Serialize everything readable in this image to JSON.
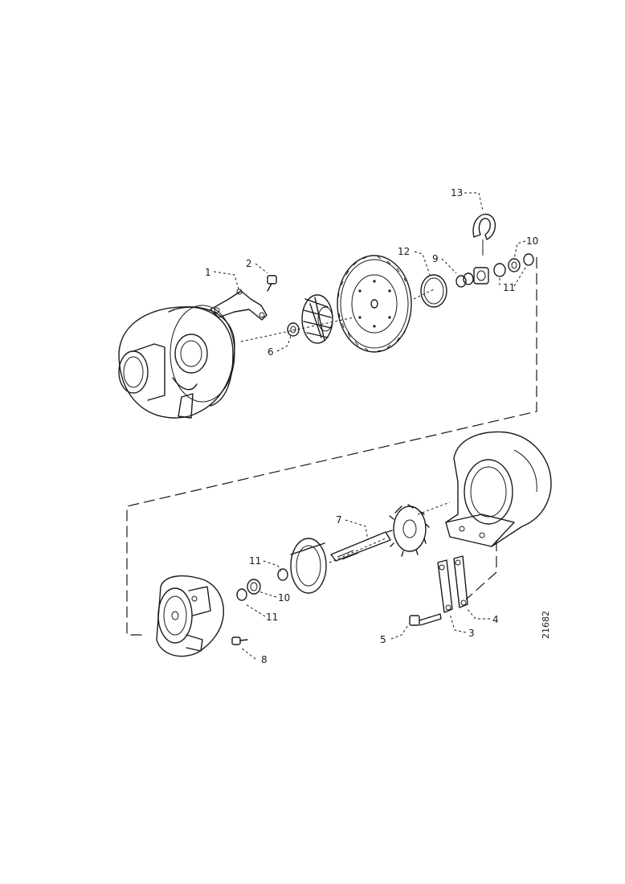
{
  "figure": {
    "reference_number": "21682",
    "callouts": {
      "c1": "1",
      "c2": "2",
      "c3": "3",
      "c4": "4",
      "c5": "5",
      "c6": "6",
      "c7": "7",
      "c8": "8",
      "c9": "9",
      "c10a": "10",
      "c10b": "10",
      "c11a": "11",
      "c11b": "11",
      "c11c": "11",
      "c12": "12",
      "c13": "13"
    }
  }
}
